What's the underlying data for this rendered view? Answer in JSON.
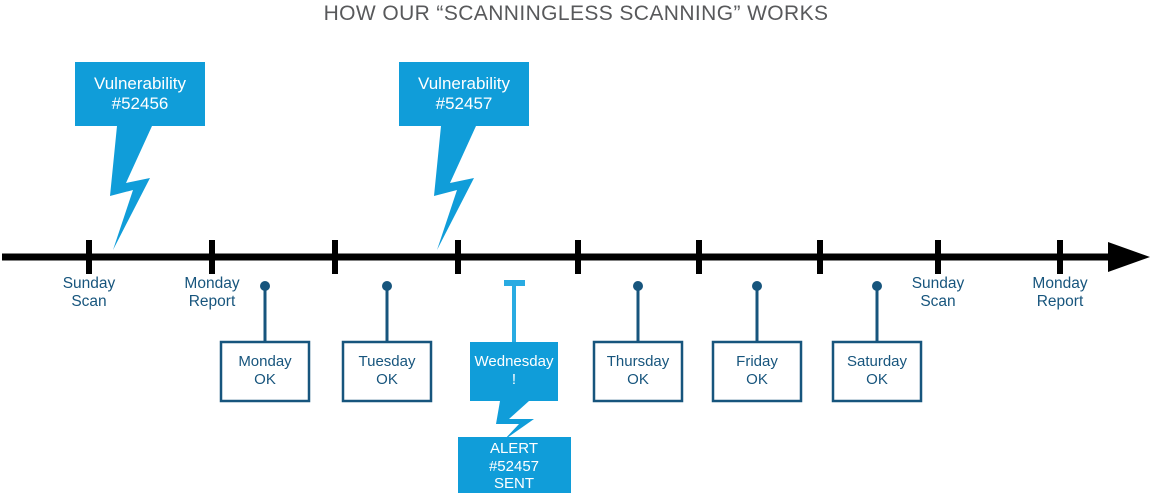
{
  "title": "HOW OUR “SCANNINGLESS SCANNING” WORKS",
  "colors": {
    "brand_blue": "#109DD9",
    "navy": "#17557d",
    "axis_black": "#000000",
    "title_gray": "#58595b",
    "box_fill_white": "#ffffff"
  },
  "vulnerabilities": [
    {
      "line1": "Vulnerability",
      "line2": "#52456"
    },
    {
      "line1": "Vulnerability",
      "line2": "#52457"
    }
  ],
  "axis": {
    "tick_count": 10,
    "labels": [
      {
        "line1": "Sunday",
        "line2": "Scan"
      },
      {
        "line1": "Monday",
        "line2": "Report"
      },
      {
        "line1": "Sunday",
        "line2": "Scan"
      },
      {
        "line1": "Monday",
        "line2": "Report"
      }
    ]
  },
  "days": [
    {
      "line1": "Monday",
      "line2": "OK",
      "state": "ok"
    },
    {
      "line1": "Tuesday",
      "line2": "OK",
      "state": "ok"
    },
    {
      "line1": "Wednesday",
      "line2": "!",
      "state": "alert"
    },
    {
      "line1": "Thursday",
      "line2": "OK",
      "state": "ok"
    },
    {
      "line1": "Friday",
      "line2": "OK",
      "state": "ok"
    },
    {
      "line1": "Saturday",
      "line2": "OK",
      "state": "ok"
    }
  ],
  "alert": {
    "line1": "ALERT",
    "line2": "#52457",
    "line3": "SENT"
  }
}
